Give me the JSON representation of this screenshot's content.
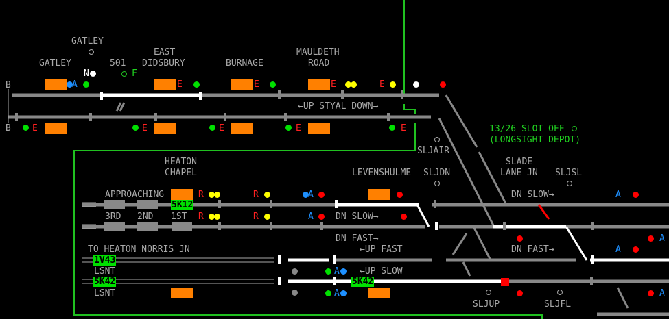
{
  "colors": {
    "track": "#888888",
    "route_set": "#ffffff",
    "berth": "#ff8000",
    "headcode_bg": "#00e000",
    "border": "#20c020",
    "signal_red": "#ff0000",
    "signal_yellow": "#ffff00",
    "signal_green": "#00e000",
    "signal_blue": "#1e90ff"
  },
  "labels": {
    "gatley_top": "GATLEY",
    "gatley": "GATLEY",
    "n501": "501",
    "east": "EAST",
    "didsbury": "DIDSBURY",
    "burnage": "BURNAGE",
    "mauldeth": "MAULDETH",
    "road": "ROAD",
    "b_top": "B",
    "b_bottom": "B",
    "up_styal_down": "←UP STYAL DOWN→",
    "nf_n": "N",
    "nf_f": "F",
    "sljair": "SLJAIR",
    "slot_off": "13/26 SLOT OFF",
    "longsight": "(LONGSIGHT DEPOT)",
    "heaton": "HEATON",
    "chapel": "CHAPEL",
    "levenshulme": "LEVENSHULME",
    "sljdn": "SLJDN",
    "slade": "SLADE",
    "lane_jn": "LANE JN",
    "sljsl": "SLJSL",
    "approaching": "APPROACHING",
    "third": "3RD",
    "second": "2ND",
    "first": "1ST",
    "dn_slow_1": "DN SLOW→",
    "dn_fast_1": "DN FAST→",
    "dn_slow_2": "DN SLOW→",
    "dn_fast_2": "DN FAST→",
    "up_fast": "←UP FAST",
    "up_slow": "←UP SLOW",
    "to_heaton_norris": "TO HEATON NORRIS JN",
    "lsnt_1": "LSNT",
    "lsnt_2": "LSNT",
    "sljup": "SLJUP",
    "sljfl": "SLJFL"
  },
  "headcodes": {
    "hc_5k12": "5K12",
    "hc_1v43": "1V43",
    "hc_5k42a": "5K42",
    "hc_5k42b": "5K42"
  },
  "signal_letters": {
    "a": "A",
    "e": "E",
    "r": "R"
  }
}
